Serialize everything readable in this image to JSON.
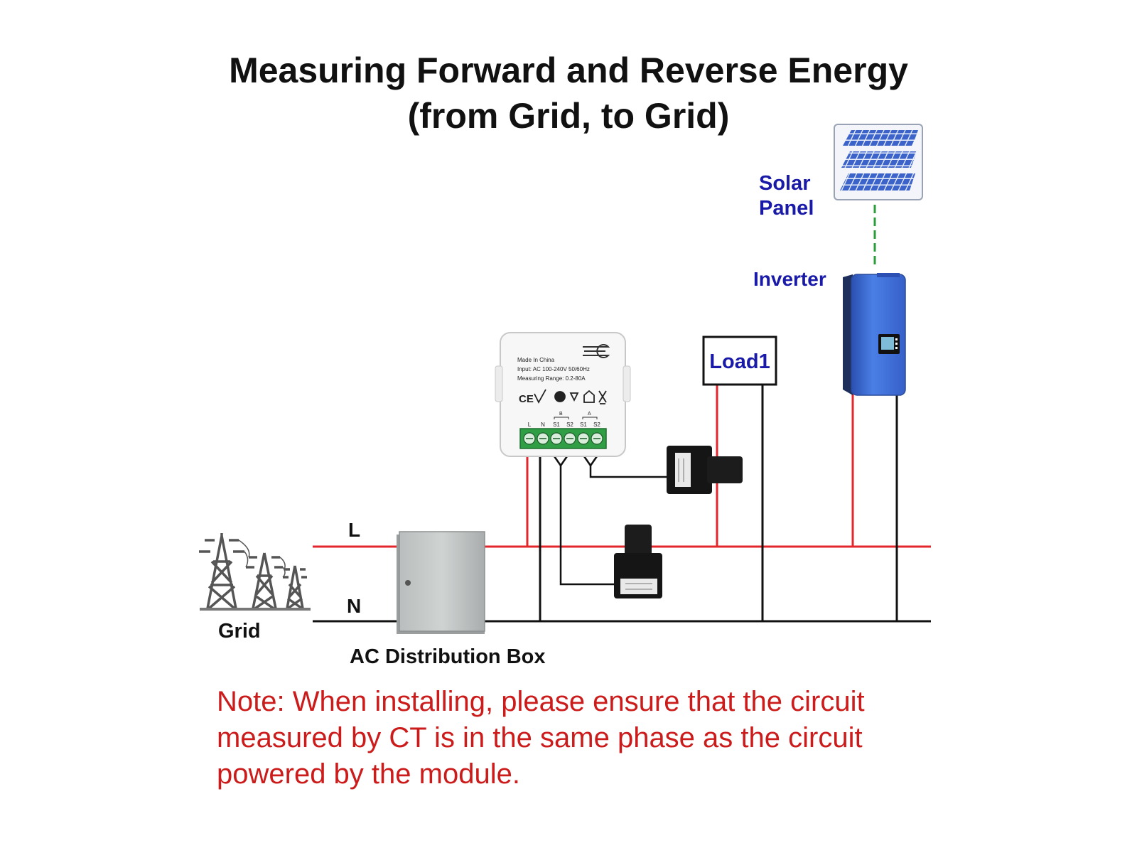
{
  "title": {
    "line1": "Measuring  Forward and Reverse Energy",
    "line2": "(from Grid, to Grid)"
  },
  "labels": {
    "solar_panel_1": "Solar",
    "solar_panel_2": "Panel",
    "inverter": "Inverter",
    "load": "Load1",
    "line_l": "L",
    "line_n": "N",
    "grid": "Grid",
    "ac_box": "AC Distribution Box"
  },
  "module": {
    "line1": "Made In China",
    "line2": "Input: AC 100-240V 50/60Hz",
    "line3": "Measuring Range: 0.2-80A",
    "certs": "CE",
    "terminals": [
      "L",
      "N",
      "S1",
      "S2",
      "S1",
      "S2"
    ],
    "group_b": "B",
    "group_a": "A"
  },
  "note": {
    "prefix": "Note:",
    "text": " When installing, please ensure that the circuit measured by CT is in the same phase as the circuit powered by the module."
  },
  "colors": {
    "live_wire": "#e3262b",
    "neutral_wire": "#111111",
    "solar_link": "#2a9d3a",
    "label_blue": "#1a1aa8",
    "note_red": "#cc1b1b",
    "inverter_body": "#3f6fd8",
    "terminal_green": "#2f9e44"
  },
  "icons": [
    "transmission-tower-icon",
    "solar-panel-icon",
    "current-transformer-clamp-icon"
  ]
}
